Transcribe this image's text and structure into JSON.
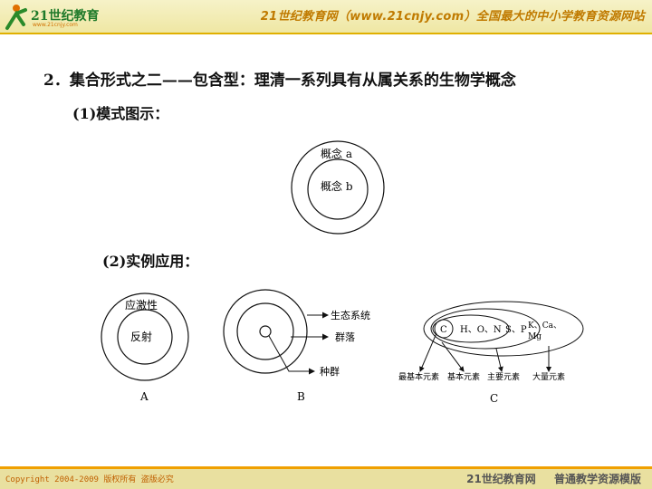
{
  "header": {
    "logo_text": "21世纪教育",
    "logo_subtext": "www.21cnjy.com",
    "site_title": "21世纪教育网（www.21cnjy.com）全国最大的中小学教育资源网站"
  },
  "content": {
    "heading": "2．集合形式之二——包含型：理清一系列具有从属关系的生物学概念",
    "pattern_label": "(1)模式图示：",
    "example_label": "(2)实例应用："
  },
  "pattern_diagram": {
    "outer_label": "概念 a",
    "inner_label": "概念 b"
  },
  "diagram_a": {
    "outer_label": "应激性",
    "inner_label": "反射",
    "caption": "A"
  },
  "diagram_b": {
    "labels": [
      "生态系统",
      "群落",
      "种群"
    ],
    "caption": "B"
  },
  "diagram_c": {
    "inner_items": [
      "C",
      "H、O、N",
      "S、P",
      "K、Ca、",
      "Mg"
    ],
    "bottom_labels": [
      "最基本元素",
      "基本元素",
      "主要元素",
      "大量元素"
    ],
    "caption": "C"
  },
  "footer": {
    "copyright": "Copyright 2004-2009 版权所有 盗版必究",
    "right_text": "21世纪教育网 普通教学资源模版"
  }
}
